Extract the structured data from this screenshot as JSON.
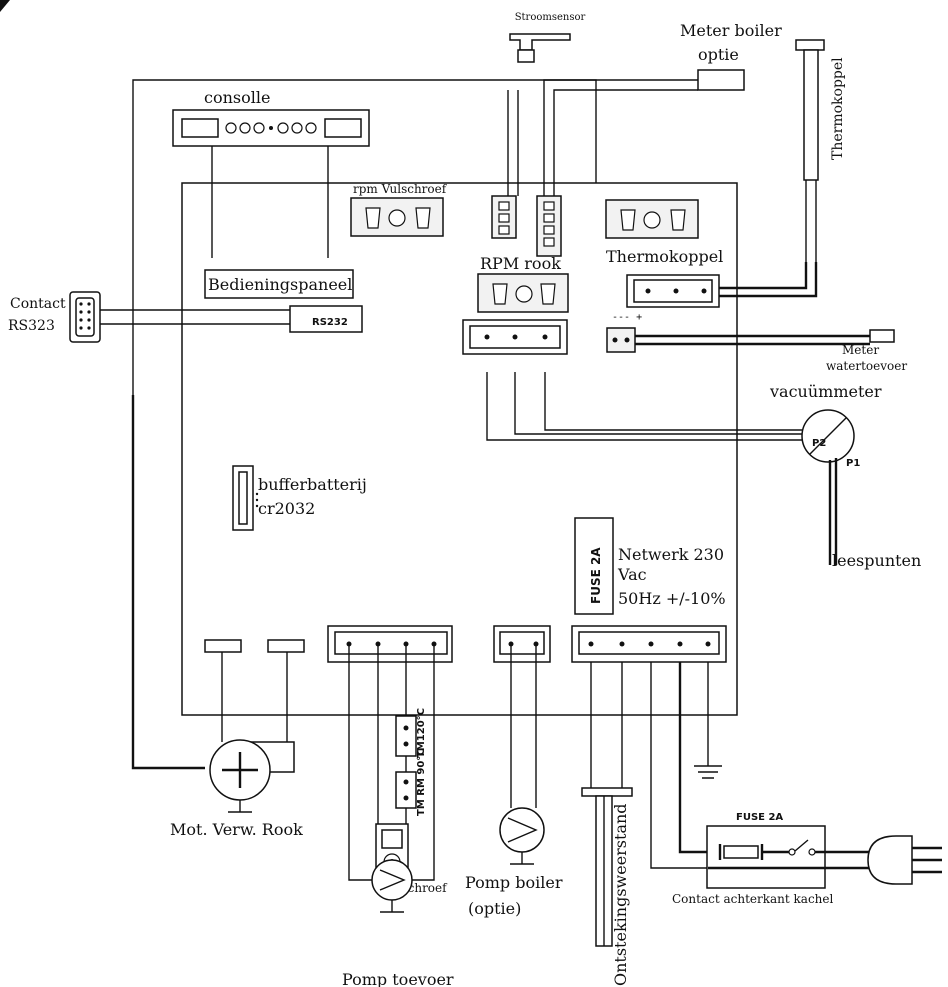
{
  "labels": {
    "stroomsensor": "Stroomsensor",
    "meter_boiler_1": "Meter boiler",
    "meter_boiler_2": "optie",
    "thermokoppel_probe": "Thermokoppel",
    "consolle": "consolle",
    "rpm_vulschroef": "rpm Vulschroef",
    "rpm_rook": "RPM rook",
    "thermokoppel_conn": "Thermokoppel",
    "bedieningspaneel": "Bedieningspaneel",
    "contact_1": "Contact",
    "contact_2": "RS323",
    "rs232": "RS232",
    "meter_water_1": "Meter",
    "meter_water_2": "watertoevoer",
    "vacuummeter": "vacuümmeter",
    "p1": "P1",
    "p2": "P2",
    "meetpunten": "leespunten",
    "buffer_1": "bufferbatterij",
    "buffer_2": "cr2032",
    "fuse_board": "FUSE 2A",
    "netwerk_1": "Netwerk 230",
    "netwerk_2": "Vac",
    "netwerk_3": "50Hz +/-10%",
    "tm120": "TM120°C",
    "tm90": "TM RM 90°C",
    "mot_verw_rook": "Mot. Verw. Rook",
    "vulschroef": "Vulschroef",
    "pomp_boiler_1": "Pomp boiler",
    "pomp_boiler_2": "(optie)",
    "ontsteking": "Ontstekingsweerstand",
    "fuse_contact": "FUSE 2A",
    "contact_achterkant": "Contact achterkant kachel",
    "pomp_toevoer": "Pomp toevoer",
    "polarity": "--- +"
  }
}
